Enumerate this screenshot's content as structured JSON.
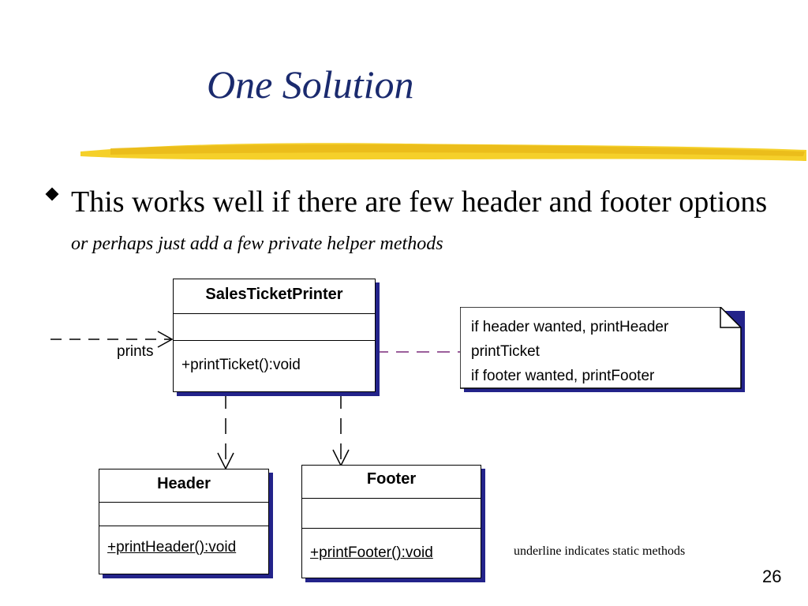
{
  "slide": {
    "title": "One Solution",
    "bullet_main": "This works well if there are few header and footer options",
    "bullet_italic": "or perhaps just add a few private helper methods",
    "caption": "underline indicates static methods",
    "page_number": "26"
  },
  "diagram": {
    "classes": [
      {
        "name": "SalesTicketPrinter",
        "operation": "+printTicket():void"
      },
      {
        "name": "Header",
        "operation": "+printHeader():void"
      },
      {
        "name": "Footer",
        "operation": "+printFooter():void"
      }
    ],
    "prints_label": "prints",
    "note_lines": [
      "if header wanted, printHeader",
      "printTicket",
      "if footer wanted, printFooter"
    ]
  },
  "colors": {
    "title": "#1a2a6e",
    "shadow": "#23238a",
    "connector": "#7a2a7a",
    "highlighter": "#f2c81a"
  }
}
